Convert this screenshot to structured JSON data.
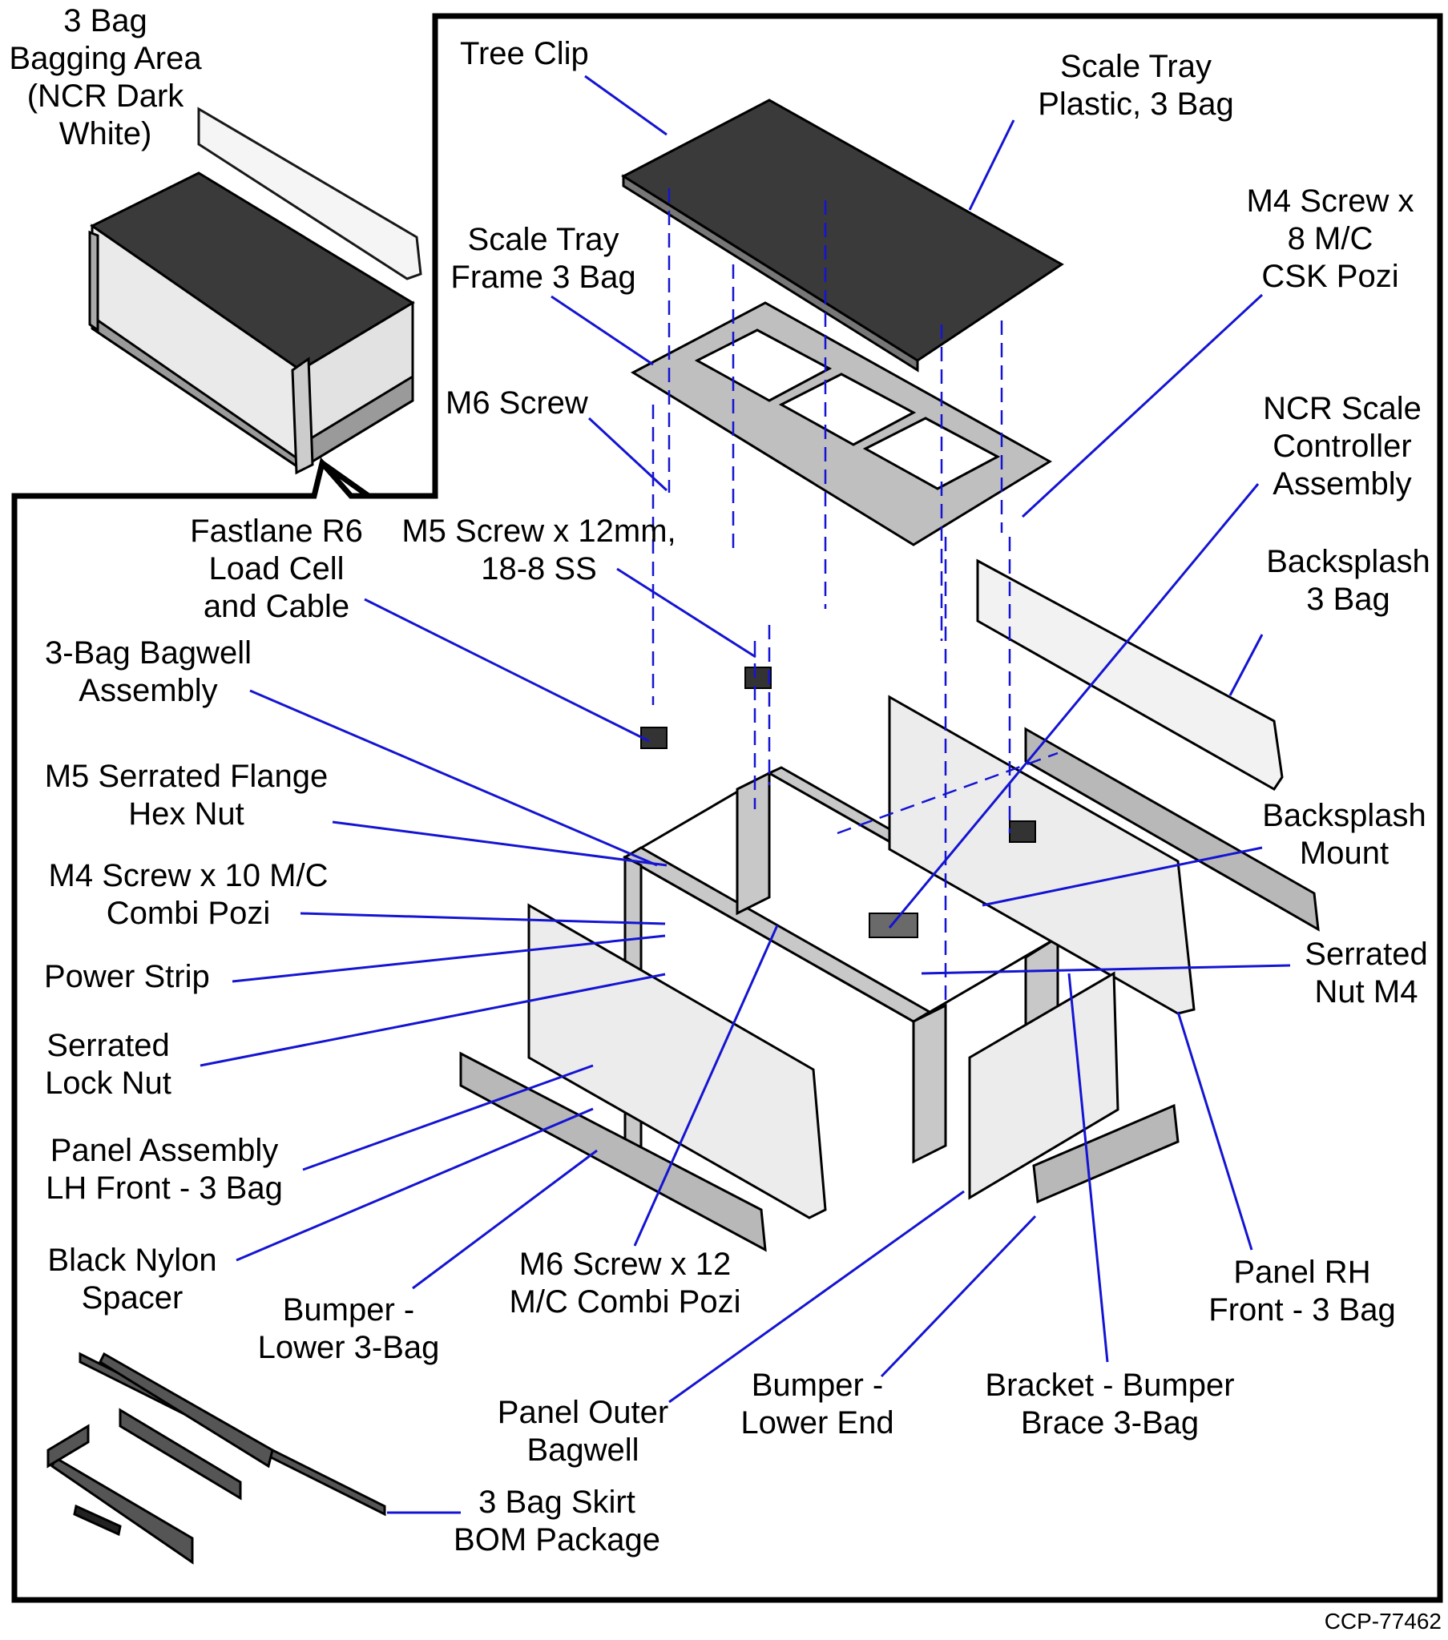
{
  "diagram": {
    "document_id": "CCP-77462",
    "colors": {
      "leader": "#1414d2",
      "frame": "#000000",
      "part_fill": "#e6e6e6",
      "tray_fill": "#3c3c3c"
    },
    "callouts": [
      {
        "id": "bag-area",
        "lines": [
          "3 Bag",
          "Bagging Area",
          "(NCR Dark",
          "White)"
        ]
      },
      {
        "id": "tree-clip",
        "lines": [
          "Tree Clip"
        ]
      },
      {
        "id": "scale-tray",
        "lines": [
          "Scale Tray",
          "Plastic, 3 Bag"
        ]
      },
      {
        "id": "m4-screw-8",
        "lines": [
          "M4 Screw x",
          "8 M/C",
          "CSK Pozi"
        ]
      },
      {
        "id": "scale-frame",
        "lines": [
          "Scale Tray",
          "Frame 3 Bag"
        ]
      },
      {
        "id": "m6-screw",
        "lines": [
          "M6 Screw"
        ]
      },
      {
        "id": "scale-controller",
        "lines": [
          "NCR Scale",
          "Controller",
          "Assembly"
        ]
      },
      {
        "id": "load-cell",
        "lines": [
          "Fastlane R6",
          "Load Cell",
          "and Cable"
        ]
      },
      {
        "id": "m5-screw",
        "lines": [
          "M5 Screw x 12mm,",
          "18-8 SS"
        ]
      },
      {
        "id": "backsplash",
        "lines": [
          "Backsplash",
          "3 Bag"
        ]
      },
      {
        "id": "bagwell",
        "lines": [
          "3-Bag Bagwell",
          "Assembly"
        ]
      },
      {
        "id": "m5-nut",
        "lines": [
          "M5 Serrated Flange",
          "Hex Nut"
        ]
      },
      {
        "id": "backsplash-mount",
        "lines": [
          "Backsplash",
          "Mount"
        ]
      },
      {
        "id": "m4-screw-10",
        "lines": [
          "M4 Screw x 10 M/C",
          "Combi Pozi"
        ]
      },
      {
        "id": "power-strip",
        "lines": [
          "Power Strip"
        ]
      },
      {
        "id": "serrated-nut",
        "lines": [
          "Serrated",
          "Nut M4"
        ]
      },
      {
        "id": "lock-nut",
        "lines": [
          "Serrated",
          "Lock Nut"
        ]
      },
      {
        "id": "panel-lh",
        "lines": [
          "Panel Assembly",
          "LH Front - 3 Bag"
        ]
      },
      {
        "id": "spacer",
        "lines": [
          "Black Nylon",
          "Spacer"
        ]
      },
      {
        "id": "bumper-lower",
        "lines": [
          "Bumper -",
          "Lower 3-Bag"
        ]
      },
      {
        "id": "m6-screw-12",
        "lines": [
          "M6 Screw x 12",
          "M/C Combi Pozi"
        ]
      },
      {
        "id": "panel-rh",
        "lines": [
          "Panel RH",
          "Front - 3 Bag"
        ]
      },
      {
        "id": "panel-outer",
        "lines": [
          "Panel Outer",
          "Bagwell"
        ]
      },
      {
        "id": "bumper-end",
        "lines": [
          "Bumper -",
          "Lower End"
        ]
      },
      {
        "id": "bracket",
        "lines": [
          "Bracket - Bumper",
          "Brace 3-Bag"
        ]
      },
      {
        "id": "skirt",
        "lines": [
          "3 Bag Skirt",
          "BOM Package"
        ]
      }
    ]
  }
}
